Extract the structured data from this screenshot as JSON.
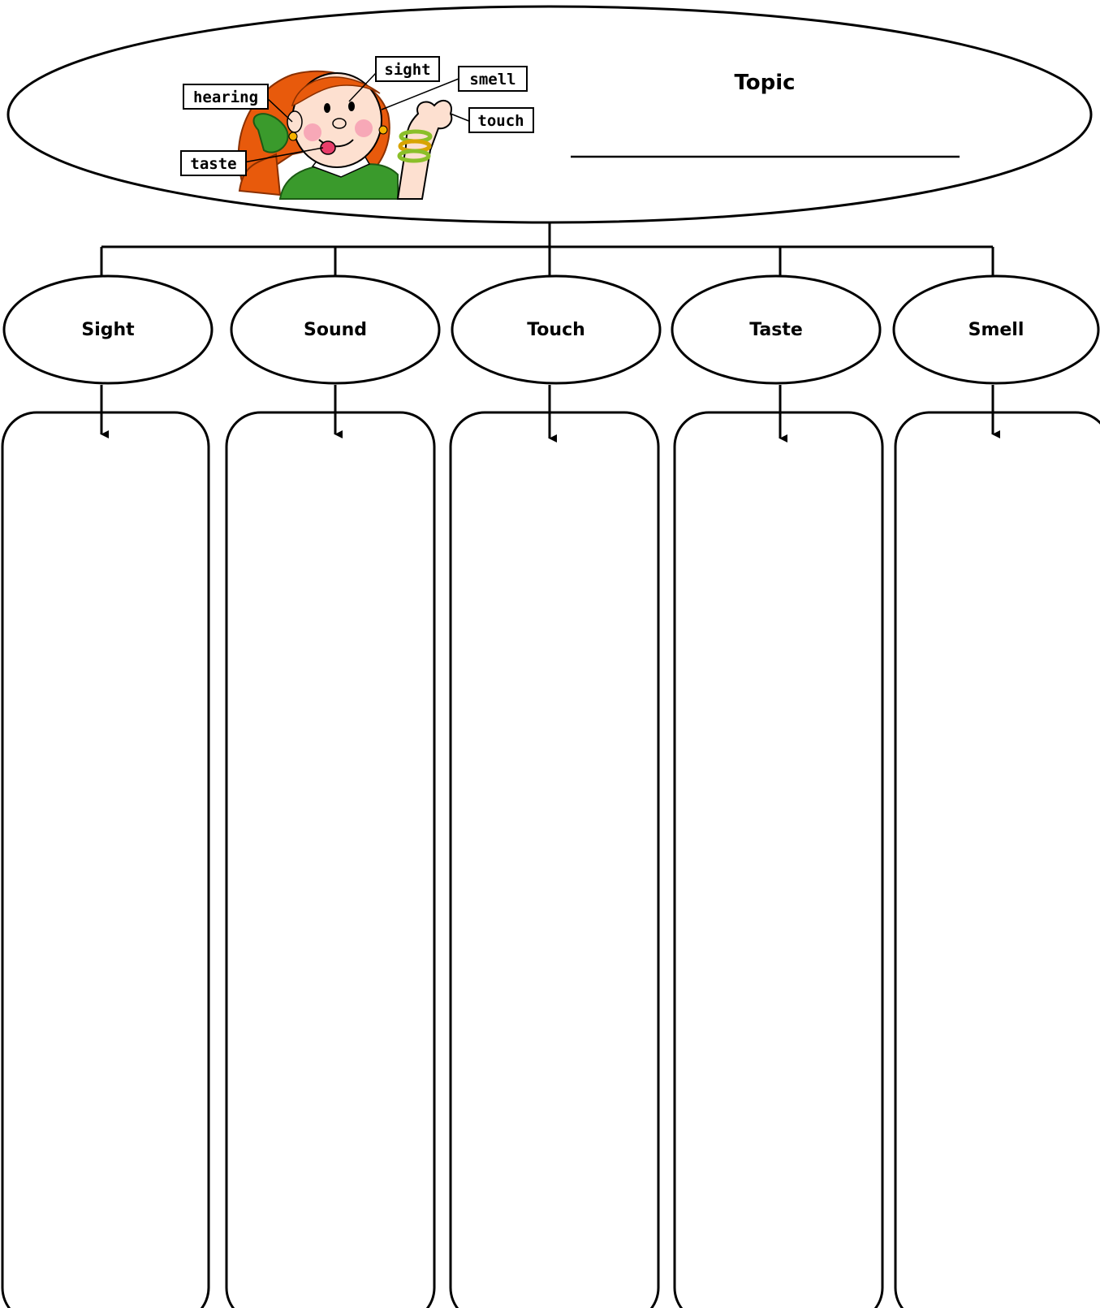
{
  "topic": {
    "label": "Topic",
    "answer_line": "________________________________"
  },
  "illustration": {
    "tags": [
      "hearing",
      "sight",
      "smell",
      "touch",
      "taste"
    ]
  },
  "senses": [
    {
      "label": "Sight",
      "answer": ""
    },
    {
      "label": "Sound",
      "answer": ""
    },
    {
      "label": "Touch",
      "answer": ""
    },
    {
      "label": "Taste",
      "answer": ""
    },
    {
      "label": "Smell",
      "answer": ""
    }
  ],
  "colors": {
    "stroke": "#000000",
    "hair": "#e85a0c",
    "shirt": "#3a9a2c",
    "skin": "#fde0d0",
    "bangles": "#8bbf2a"
  }
}
